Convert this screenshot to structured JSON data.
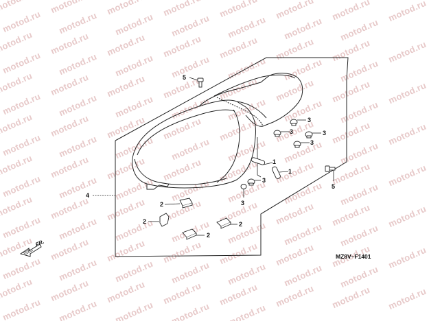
{
  "watermark": {
    "text": "motod.ru",
    "color": "#e7c9c9"
  },
  "diagram": {
    "code": "MZ8V–F1401",
    "direction_label": "FR.",
    "callouts": {
      "c1a": "1",
      "c1b": "1",
      "c2a": "2",
      "c2b": "2",
      "c2c": "2",
      "c2d": "2",
      "c3a": "3",
      "c3b": "3",
      "c3c": "3",
      "c3d": "3",
      "c3e": "3",
      "c3f": "3",
      "c4": "4",
      "c5a": "5",
      "c5b": "5"
    }
  }
}
